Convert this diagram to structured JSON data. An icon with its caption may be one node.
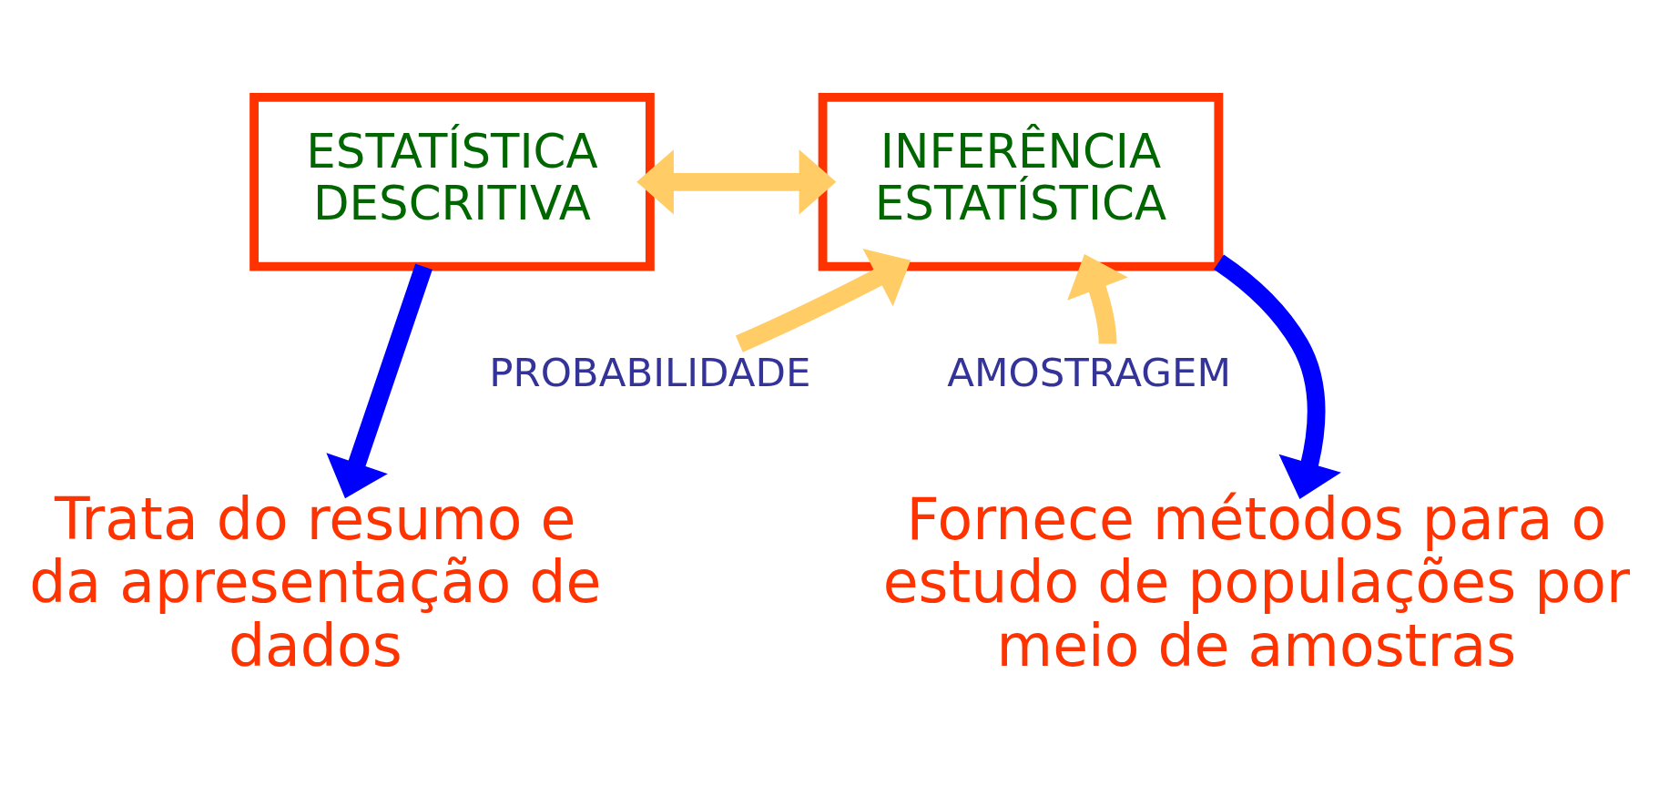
{
  "diagram": {
    "nodes": [
      {
        "text": [
          "ESTATÍSTICA DESCRITIVA"
        ]
      },
      {
        "text": [
          "INFERÊNCIA ESTATÍSTICA"
        ]
      },
      {
        "text": [
          "Trata do resumo e da apresentação de dados"
        ]
      },
      {
        "text": [
          "PROBABILIDADE"
        ]
      },
      {
        "text": [
          "AMOSTRAGEM"
        ]
      },
      {
        "text": [
          "Fornece métodos para o estudo de populações por meio de amostras"
        ]
      }
    ],
    "edges": [
      {
        "from": 0,
        "to": 1,
        "arrow": "both"
      },
      {
        "from": 0,
        "to": 2,
        "arrow": "to",
        "color": "#0000ff"
      },
      {
        "from": 3,
        "to": 1,
        "arrow": "to"
      },
      {
        "from": 4,
        "to": 1,
        "arrow": "to"
      },
      {
        "from": 1,
        "to": 5,
        "arrow": "to",
        "color": "#0000ff"
      }
    ]
  }
}
